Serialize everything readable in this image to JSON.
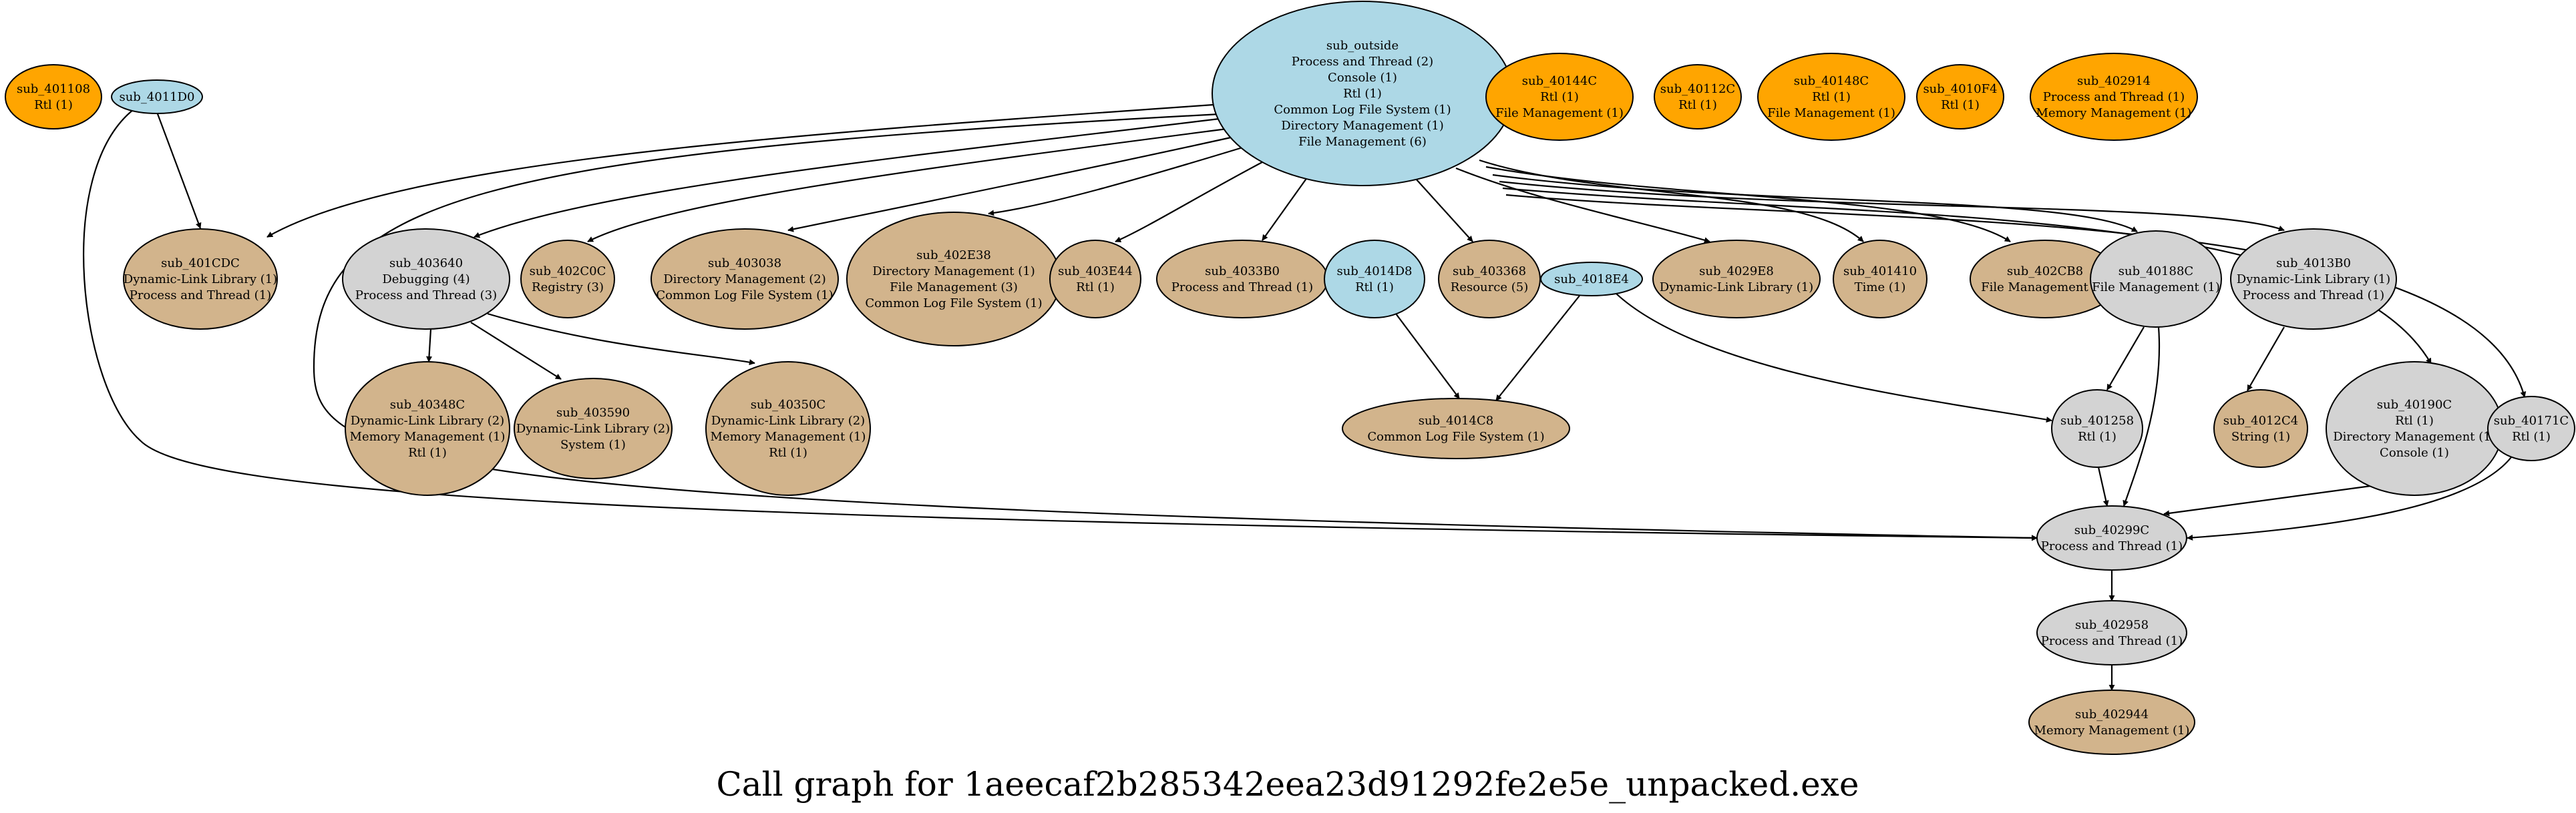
{
  "title": "Call graph for 1aeecaf2b285342eea23d91292fe2e5e_unpacked.exe",
  "colors": {
    "orange": "#FFA500",
    "lightblue": "#ADD8E6",
    "tan": "#D2B48C",
    "lightgray": "#D3D3D3",
    "edge": "#000000"
  },
  "nodes": [
    {
      "id": "sub_401108",
      "color": "orange",
      "lines": [
        "sub_401108",
        "Rtl (1)"
      ]
    },
    {
      "id": "sub_4011D0",
      "color": "lightblue",
      "lines": [
        "sub_4011D0"
      ]
    },
    {
      "id": "sub_outside",
      "color": "lightblue",
      "lines": [
        "sub_outside",
        "Process and Thread (2)",
        "Console (1)",
        "Rtl (1)",
        "Common Log File System (1)",
        "Directory Management (1)",
        "File Management (6)"
      ]
    },
    {
      "id": "sub_40144C",
      "color": "orange",
      "lines": [
        "sub_40144C",
        "Rtl (1)",
        "File Management (1)"
      ]
    },
    {
      "id": "sub_40112C",
      "color": "orange",
      "lines": [
        "sub_40112C",
        "Rtl (1)"
      ]
    },
    {
      "id": "sub_40148C",
      "color": "orange",
      "lines": [
        "sub_40148C",
        "Rtl (1)",
        "File Management (1)"
      ]
    },
    {
      "id": "sub_4010F4",
      "color": "orange",
      "lines": [
        "sub_4010F4",
        "Rtl (1)"
      ]
    },
    {
      "id": "sub_402914",
      "color": "orange",
      "lines": [
        "sub_402914",
        "Process and Thread (1)",
        "Memory Management (1)"
      ]
    },
    {
      "id": "sub_401CDC",
      "color": "tan",
      "lines": [
        "sub_401CDC",
        "Dynamic-Link Library (1)",
        "Process and Thread (1)"
      ]
    },
    {
      "id": "sub_403640",
      "color": "lightgray",
      "lines": [
        "sub_403640",
        "Debugging (4)",
        "Process and Thread (3)"
      ]
    },
    {
      "id": "sub_402C0C",
      "color": "tan",
      "lines": [
        "sub_402C0C",
        "Registry (3)"
      ]
    },
    {
      "id": "sub_403038",
      "color": "tan",
      "lines": [
        "sub_403038",
        "Directory Management (2)",
        "Common Log File System (1)"
      ]
    },
    {
      "id": "sub_402E38",
      "color": "tan",
      "lines": [
        "sub_402E38",
        "Directory Management (1)",
        "File Management (3)",
        "Common Log File System (1)"
      ]
    },
    {
      "id": "sub_403E44",
      "color": "tan",
      "lines": [
        "sub_403E44",
        "Rtl (1)"
      ]
    },
    {
      "id": "sub_4033B0",
      "color": "tan",
      "lines": [
        "sub_4033B0",
        "Process and Thread (1)"
      ]
    },
    {
      "id": "sub_4014D8",
      "color": "lightblue",
      "lines": [
        "sub_4014D8",
        "Rtl (1)"
      ]
    },
    {
      "id": "sub_403368",
      "color": "tan",
      "lines": [
        "sub_403368",
        "Resource (5)"
      ]
    },
    {
      "id": "sub_4018E4",
      "color": "lightblue",
      "lines": [
        "sub_4018E4"
      ]
    },
    {
      "id": "sub_4029E8",
      "color": "tan",
      "lines": [
        "sub_4029E8",
        "Dynamic-Link Library (1)"
      ]
    },
    {
      "id": "sub_401410",
      "color": "tan",
      "lines": [
        "sub_401410",
        "Time (1)"
      ]
    },
    {
      "id": "sub_402CB8",
      "color": "tan",
      "lines": [
        "sub_402CB8",
        "File Management (1)"
      ]
    },
    {
      "id": "sub_40188C",
      "color": "lightgray",
      "lines": [
        "sub_40188C",
        "File Management (1)"
      ]
    },
    {
      "id": "sub_4013B0",
      "color": "lightgray",
      "lines": [
        "sub_4013B0",
        "Dynamic-Link Library (1)",
        "Process and Thread (1)"
      ]
    },
    {
      "id": "sub_40348C",
      "color": "tan",
      "lines": [
        "sub_40348C",
        "Dynamic-Link Library (2)",
        "Memory Management (1)",
        "Rtl (1)"
      ]
    },
    {
      "id": "sub_403590",
      "color": "tan",
      "lines": [
        "sub_403590",
        "Dynamic-Link Library (2)",
        "System (1)"
      ]
    },
    {
      "id": "sub_40350C",
      "color": "tan",
      "lines": [
        "sub_40350C",
        "Dynamic-Link Library (2)",
        "Memory Management (1)",
        "Rtl (1)"
      ]
    },
    {
      "id": "sub_4014C8",
      "color": "tan",
      "lines": [
        "sub_4014C8",
        "Common Log File System (1)"
      ]
    },
    {
      "id": "sub_401258",
      "color": "lightgray",
      "lines": [
        "sub_401258",
        "Rtl (1)"
      ]
    },
    {
      "id": "sub_4012C4",
      "color": "tan",
      "lines": [
        "sub_4012C4",
        "String (1)"
      ]
    },
    {
      "id": "sub_40190C",
      "color": "lightgray",
      "lines": [
        "sub_40190C",
        "Rtl (1)",
        "Directory Management (1)",
        "Console (1)"
      ]
    },
    {
      "id": "sub_40171C",
      "color": "lightgray",
      "lines": [
        "sub_40171C",
        "Rtl (1)"
      ]
    },
    {
      "id": "sub_40299C",
      "color": "lightgray",
      "lines": [
        "sub_40299C",
        "Process and Thread (1)"
      ]
    },
    {
      "id": "sub_402958",
      "color": "lightgray",
      "lines": [
        "sub_402958",
        "Process and Thread (1)"
      ]
    },
    {
      "id": "sub_402944",
      "color": "tan",
      "lines": [
        "sub_402944",
        "Memory Management (1)"
      ]
    }
  ],
  "edges": [
    [
      "sub_4011D0",
      "sub_401CDC"
    ],
    [
      "sub_4011D0",
      "sub_40299C"
    ],
    [
      "sub_outside",
      "sub_401CDC"
    ],
    [
      "sub_outside",
      "sub_403640"
    ],
    [
      "sub_outside",
      "sub_402C0C"
    ],
    [
      "sub_outside",
      "sub_403038"
    ],
    [
      "sub_outside",
      "sub_402E38"
    ],
    [
      "sub_outside",
      "sub_403E44"
    ],
    [
      "sub_outside",
      "sub_4033B0"
    ],
    [
      "sub_outside",
      "sub_403368"
    ],
    [
      "sub_outside",
      "sub_4029E8"
    ],
    [
      "sub_outside",
      "sub_401410"
    ],
    [
      "sub_outside",
      "sub_402CB8"
    ],
    [
      "sub_outside",
      "sub_40188C"
    ],
    [
      "sub_outside",
      "sub_4013B0"
    ],
    [
      "sub_outside",
      "sub_40190C"
    ],
    [
      "sub_outside",
      "sub_40171C"
    ],
    [
      "sub_outside",
      "sub_40299C"
    ],
    [
      "sub_403640",
      "sub_40348C"
    ],
    [
      "sub_403640",
      "sub_403590"
    ],
    [
      "sub_403640",
      "sub_40350C"
    ],
    [
      "sub_4014D8",
      "sub_4014C8"
    ],
    [
      "sub_4018E4",
      "sub_4014C8"
    ],
    [
      "sub_4018E4",
      "sub_401258"
    ],
    [
      "sub_40188C",
      "sub_401258"
    ],
    [
      "sub_40188C",
      "sub_40299C"
    ],
    [
      "sub_4013B0",
      "sub_4012C4"
    ],
    [
      "sub_401258",
      "sub_40299C"
    ],
    [
      "sub_40190C",
      "sub_40299C"
    ],
    [
      "sub_40171C",
      "sub_40299C"
    ],
    [
      "sub_40299C",
      "sub_402958"
    ],
    [
      "sub_402958",
      "sub_402944"
    ]
  ]
}
